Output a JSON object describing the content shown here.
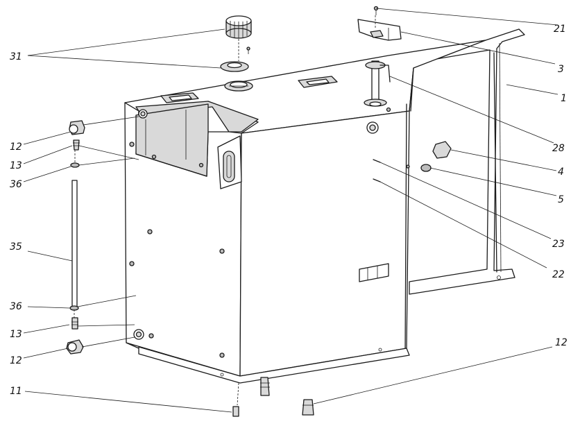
{
  "labels": [
    {
      "id": "l31",
      "text": "31"
    },
    {
      "id": "l21",
      "text": "21"
    },
    {
      "id": "l3",
      "text": "3"
    },
    {
      "id": "l1",
      "text": "1"
    },
    {
      "id": "l28",
      "text": "28"
    },
    {
      "id": "l4",
      "text": "4"
    },
    {
      "id": "l5",
      "text": "5"
    },
    {
      "id": "l23",
      "text": "23"
    },
    {
      "id": "l22",
      "text": "22"
    },
    {
      "id": "l12a",
      "text": "12"
    },
    {
      "id": "l13a",
      "text": "13"
    },
    {
      "id": "l36a",
      "text": "36"
    },
    {
      "id": "l35",
      "text": "35"
    },
    {
      "id": "l36b",
      "text": "36"
    },
    {
      "id": "l13b",
      "text": "13"
    },
    {
      "id": "l12b",
      "text": "12"
    },
    {
      "id": "l12c",
      "text": "12"
    },
    {
      "id": "l11",
      "text": "11"
    }
  ]
}
